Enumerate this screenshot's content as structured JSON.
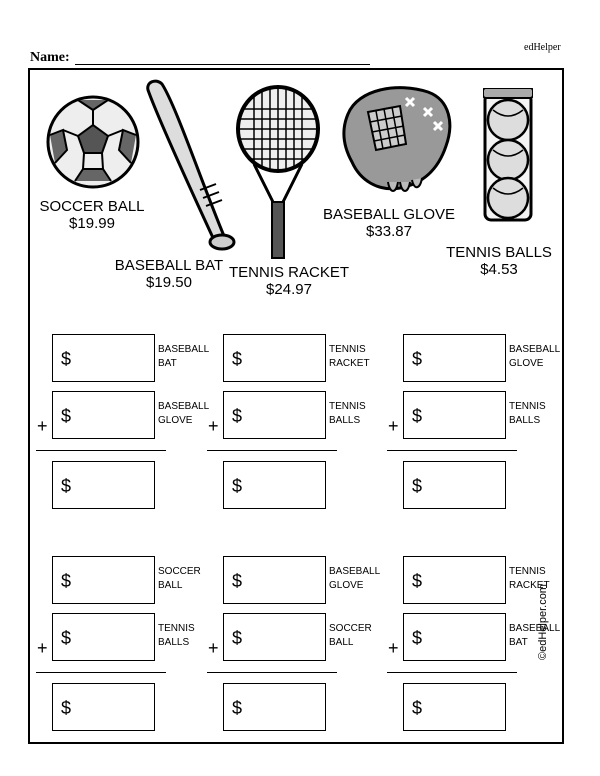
{
  "header": {
    "brand": "edHelper",
    "name_label": "Name:"
  },
  "items": [
    {
      "label": "SOCCER BALL",
      "price": "$19.99",
      "icon": "soccer-ball-icon"
    },
    {
      "label": "BASEBALL BAT",
      "price": "$19.50",
      "icon": "baseball-bat-icon"
    },
    {
      "label": "TENNIS RACKET",
      "price": "$24.97",
      "icon": "tennis-racket-icon"
    },
    {
      "label": "BASEBALL GLOVE",
      "price": "$33.87",
      "icon": "baseball-glove-icon"
    },
    {
      "label": "TENNIS BALLS",
      "price": "$4.53",
      "icon": "tennis-balls-icon"
    }
  ],
  "problems": [
    {
      "top": "BASEBALL\nBAT",
      "bottom": "BASEBALL\nGLOVE"
    },
    {
      "top": "TENNIS\nRACKET",
      "bottom": "TENNIS\nBALLS"
    },
    {
      "top": "BASEBALL\nGLOVE",
      "bottom": "TENNIS\nBALLS"
    },
    {
      "top": "SOCCER\nBALL",
      "bottom": "TENNIS\nBALLS"
    },
    {
      "top": "BASEBALL\nGLOVE",
      "bottom": "SOCCER\nBALL"
    },
    {
      "top": "TENNIS\nRACKET",
      "bottom": "BASEBALL\nBAT"
    }
  ],
  "symbols": {
    "dollar": "$",
    "plus": "+"
  },
  "copyright": "©edHelper.com"
}
